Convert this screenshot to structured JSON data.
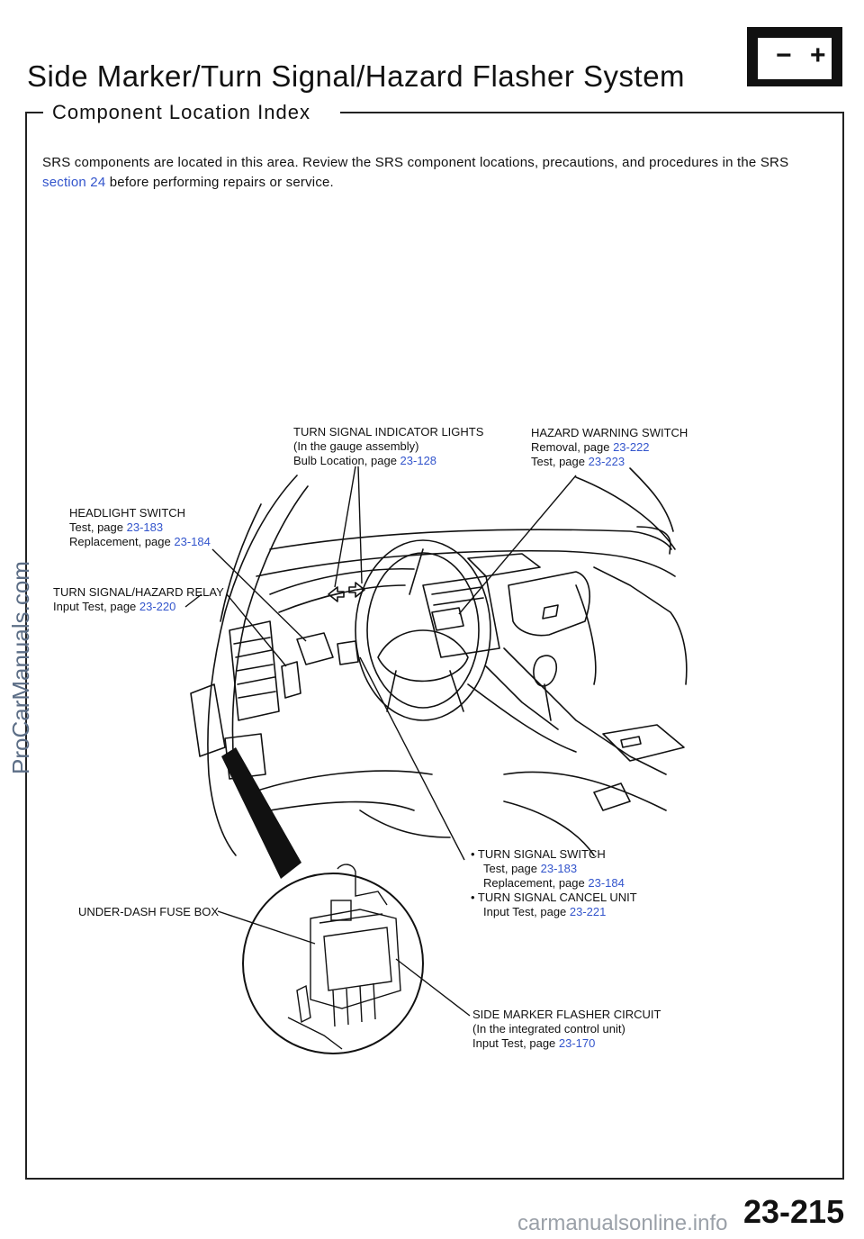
{
  "header": {
    "title": "Side Marker/Turn Signal/Hazard Flasher System",
    "subtitle": "Component Location Index",
    "battery_icon": "battery-icon"
  },
  "notice": {
    "text_before": "SRS components are located in this area. Review the SRS component locations, precautions, and procedures in the SRS ",
    "link": "section 24",
    "text_after": " before performing repairs or service."
  },
  "callouts": {
    "indicator": {
      "line1": "TURN SIGNAL INDICATOR LIGHTS",
      "line2": "(In the gauge assembly)",
      "line3": "Bulb Location, page ",
      "page": "23-128"
    },
    "hazard": {
      "line1": "HAZARD WARNING SWITCH",
      "line2": "Removal, page ",
      "page2": "23-222",
      "line3": "Test, page ",
      "page3": "23-223"
    },
    "headlight": {
      "line1": "HEADLIGHT SWITCH",
      "line2": "Test, page ",
      "page2": "23-183",
      "line3": "Replacement, page ",
      "page3": "23-184"
    },
    "relay": {
      "line1": "TURN SIGNAL/HAZARD RELAY",
      "line2": "Input Test, page ",
      "page2": "23-220"
    },
    "turn_switch": {
      "line1": "• TURN SIGNAL SWITCH",
      "line2": "Test, page ",
      "page2": "23-183",
      "line3": "Replacement, page ",
      "page3": "23-184",
      "line4": "• TURN SIGNAL CANCEL UNIT",
      "line5": "Input Test, page ",
      "page5": "23-221"
    },
    "fuse_box": {
      "line1": "UNDER-DASH FUSE BOX"
    },
    "side_marker": {
      "line1": "SIDE MARKER FLASHER CIRCUIT",
      "line2": "(In the integrated control unit)",
      "line3": "Input Test, page ",
      "page3": "23-170"
    }
  },
  "page_number": "23-215",
  "watermark": "ProCarManuals.com",
  "footer_watermark": "carmanualsonline.info",
  "colors": {
    "link": "#3355cc",
    "text": "#111111"
  }
}
